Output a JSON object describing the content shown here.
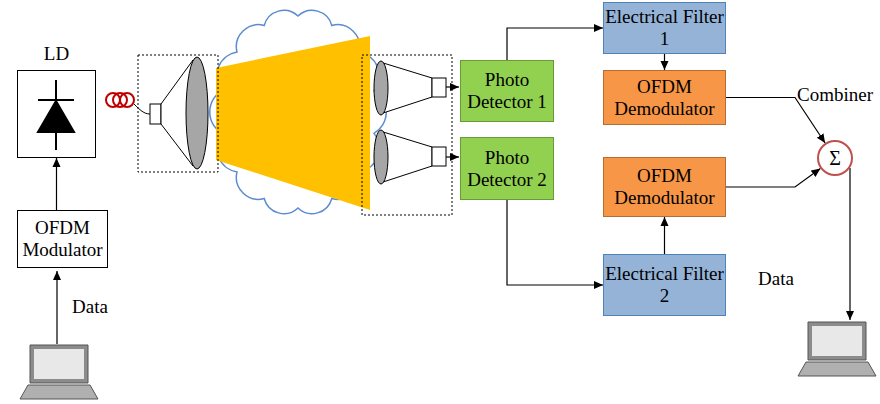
{
  "diagram": {
    "nodes": [
      {
        "text": [
          "LD"
        ]
      },
      {
        "text": [
          "OFDM Modulator"
        ]
      },
      {
        "text": [
          "Electrical Filter 1"
        ]
      },
      {
        "text": [
          "Photo Detector 1"
        ]
      },
      {
        "text": [
          "OFDM Demodulator"
        ]
      },
      {
        "text": [
          "Photo Detector 2"
        ]
      },
      {
        "text": [
          "OFDM Demodulator"
        ]
      },
      {
        "text": [
          "Electrical Filter 2"
        ]
      },
      {
        "text": [
          "Combiner",
          "Σ"
        ]
      }
    ],
    "edges": [
      {
        "from": 1,
        "to": 0,
        "arrow": "to"
      },
      {
        "from": 3,
        "to": 2,
        "arrow": "to"
      },
      {
        "from": 2,
        "to": 4,
        "arrow": "to"
      },
      {
        "from": 5,
        "to": 7,
        "arrow": "to"
      },
      {
        "from": 7,
        "to": 6,
        "arrow": "to"
      },
      {
        "from": 4,
        "to": 8,
        "arrow": "to"
      },
      {
        "from": 6,
        "to": 8,
        "arrow": "to"
      }
    ],
    "labels": [
      "Data",
      "Data"
    ]
  }
}
